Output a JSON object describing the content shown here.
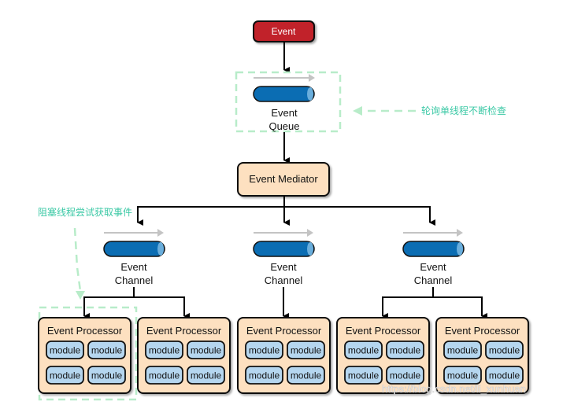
{
  "colors": {
    "event": "#c1232b",
    "queue": "#0b6db3",
    "queue_cap": "#6aaedc",
    "box": "#fde0c0",
    "module": "#b5d6ef",
    "annotation": "#3cc9a6",
    "dashed": "#b8ecc9",
    "flow_hint": "#c4c4c4"
  },
  "event": {
    "label": "Event"
  },
  "queue": {
    "line1": "Event",
    "line2": "Queue"
  },
  "mediator": {
    "label": "Event Mediator"
  },
  "channels": [
    {
      "line1": "Event",
      "line2": "Channel"
    },
    {
      "line1": "Event",
      "line2": "Channel"
    },
    {
      "line1": "Event",
      "line2": "Channel"
    }
  ],
  "processors": [
    {
      "title": "Event Processor",
      "modules": [
        "module",
        "module",
        "module",
        "module"
      ]
    },
    {
      "title": "Event Processor",
      "modules": [
        "module",
        "module",
        "module",
        "module"
      ]
    },
    {
      "title": "Event Processor",
      "modules": [
        "module",
        "module",
        "module",
        "module"
      ]
    },
    {
      "title": "Event Processor",
      "modules": [
        "module",
        "module",
        "module",
        "module"
      ]
    },
    {
      "title": "Event Processor",
      "modules": [
        "module",
        "module",
        "module",
        "module"
      ]
    }
  ],
  "annotations": {
    "polling": "轮询单线程不断检查",
    "blocking": "阻塞线程尝试获取事件"
  },
  "watermark": "https://blog.csdn.net/li_xunhuan"
}
